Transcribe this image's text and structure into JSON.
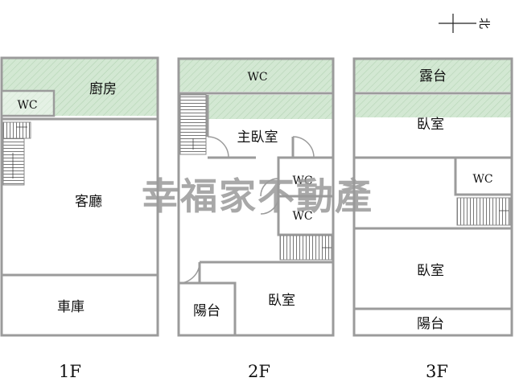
{
  "compass": {
    "north_label": "北"
  },
  "watermark": "幸福家不動產",
  "floors": [
    {
      "level": "1F",
      "rooms": {
        "kitchen": "廚房",
        "wc": "WC",
        "living": "客廳",
        "garage": "車庫"
      }
    },
    {
      "level": "2F",
      "rooms": {
        "wc_top": "WC",
        "master": "主臥室",
        "wc_a": "WC",
        "wc_b": "WC",
        "balcony": "陽台",
        "bedroom": "臥室"
      }
    },
    {
      "level": "3F",
      "rooms": {
        "terrace": "露台",
        "bedroom_top": "臥室",
        "wc": "WC",
        "bedroom_bottom": "臥室",
        "balcony": "陽台"
      }
    }
  ],
  "colors": {
    "wet_area": "#d3e8d3",
    "wall": "#9b9b9b",
    "stair": "#888888"
  }
}
